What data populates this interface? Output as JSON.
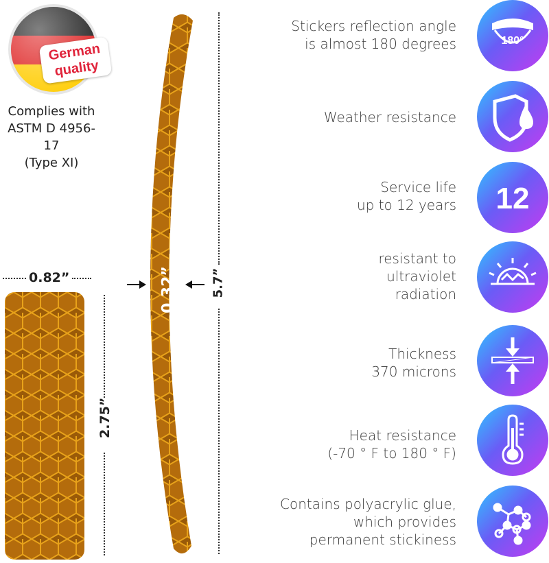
{
  "badge": {
    "label_line1": "German",
    "label_line2": "quality",
    "flag_colors": [
      "#1a1a1a",
      "#dd1c1c",
      "#ffcc00"
    ]
  },
  "compliance": {
    "text": "Complies with\nASTM D 4956-17\n(Type XI)"
  },
  "dimensions": {
    "width_rect": "0.82”",
    "height_rect": "2.75”",
    "strip_width": "0.32”",
    "strip_length": "5.7”"
  },
  "colors": {
    "reflective_brown": "#9a5a08",
    "honeycomb": "#e8a21a",
    "icon_gradient": [
      "#2ec6ff",
      "#6a5cf6",
      "#c23cf0"
    ]
  },
  "features": [
    {
      "text": "Stickers reflection angle\nis almost 180 degrees",
      "icon": "angle-180-icon",
      "icon_text": "180°"
    },
    {
      "text": "Weather resistance",
      "icon": "shield-drop-icon"
    },
    {
      "text": "Service life\nup to 12 years",
      "icon": "number-12-icon",
      "icon_text": "12"
    },
    {
      "text": "resistant to\nultraviolet\nradiation",
      "icon": "sun-uv-icon"
    },
    {
      "text": "Thickness\n370 microns",
      "icon": "thickness-icon"
    },
    {
      "text": "Heat resistance\n(-70 ° F to 180 ° F)",
      "icon": "thermometer-icon"
    },
    {
      "text": "Contains polyacrylic glue,\nwhich provides\npermanent stickiness",
      "icon": "molecule-icon"
    }
  ]
}
